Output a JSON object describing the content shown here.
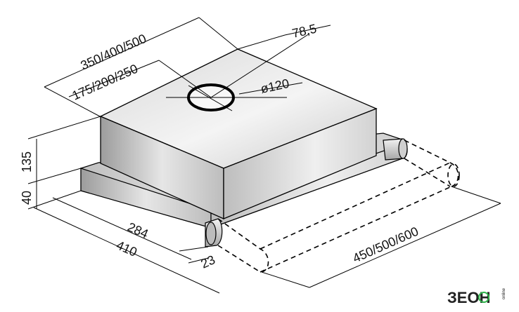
{
  "dimensions": {
    "width_options": "350/400/500",
    "duct_offset": "78,5",
    "duct_position_options": "175/200/250",
    "duct_diameter": "ø120",
    "height_body": "135",
    "height_base": "40",
    "inner_depth": "284",
    "total_depth": "410",
    "front_offset": "23",
    "extended_width_options": "450/500/600"
  },
  "logo": {
    "brand": "ЗЕОН",
    "suffix": "online"
  },
  "colors": {
    "line": "#000000",
    "surface_light": "#e6e6e6",
    "surface_mid": "#cfcfcf",
    "surface_dark": "#9a9a9a",
    "accent_green": "#2eb34a"
  }
}
